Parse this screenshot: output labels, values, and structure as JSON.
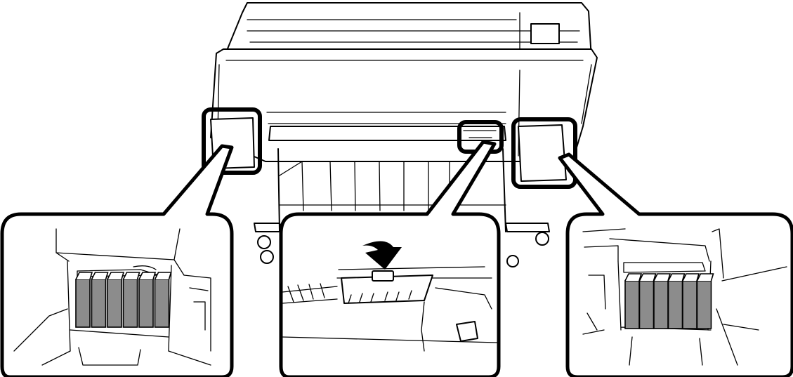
{
  "figure": {
    "subject": "large-format-printer",
    "callouts": [
      {
        "id": "left",
        "content": "ink-cartridge-bay",
        "cartridge_count": 6
      },
      {
        "id": "center",
        "content": "cover-latch-press-down",
        "arrow": "down"
      },
      {
        "id": "right",
        "content": "ink-cartridge-bay",
        "cartridge_count": 6
      }
    ],
    "colors": {
      "line": "#000000",
      "background": "#ffffff",
      "cartridge_fill": "#8c8c8c"
    }
  }
}
